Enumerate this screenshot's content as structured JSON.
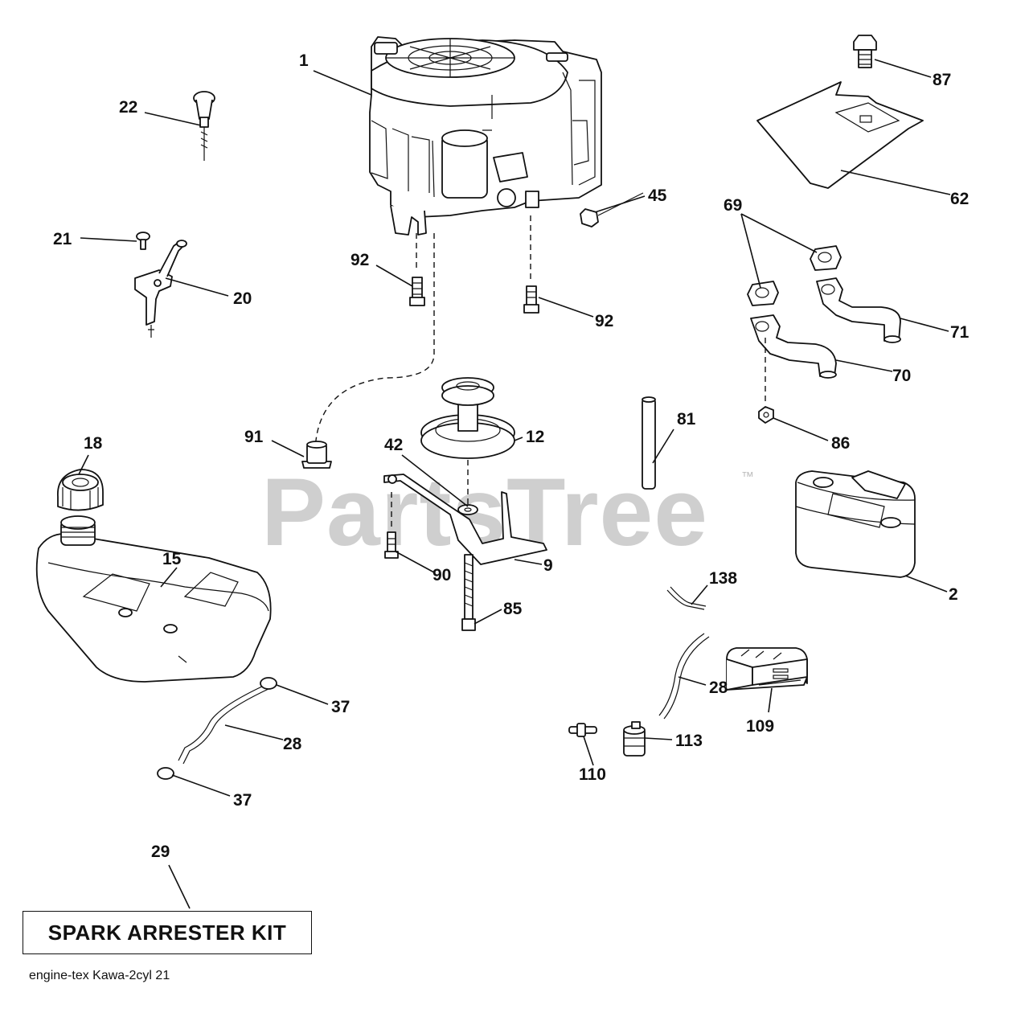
{
  "watermark": {
    "brand": "PartsTree",
    "trademark": "™"
  },
  "callouts": [
    {
      "id": "1",
      "label": "1"
    },
    {
      "id": "2",
      "label": "2"
    },
    {
      "id": "9",
      "label": "9"
    },
    {
      "id": "12",
      "label": "12"
    },
    {
      "id": "15",
      "label": "15"
    },
    {
      "id": "18",
      "label": "18"
    },
    {
      "id": "20",
      "label": "20"
    },
    {
      "id": "21",
      "label": "21"
    },
    {
      "id": "22",
      "label": "22"
    },
    {
      "id": "28a",
      "label": "28"
    },
    {
      "id": "28b",
      "label": "28"
    },
    {
      "id": "29",
      "label": "29"
    },
    {
      "id": "37a",
      "label": "37"
    },
    {
      "id": "37b",
      "label": "37"
    },
    {
      "id": "42",
      "label": "42"
    },
    {
      "id": "45",
      "label": "45"
    },
    {
      "id": "62",
      "label": "62"
    },
    {
      "id": "69",
      "label": "69"
    },
    {
      "id": "70",
      "label": "70"
    },
    {
      "id": "71",
      "label": "71"
    },
    {
      "id": "81",
      "label": "81"
    },
    {
      "id": "85",
      "label": "85"
    },
    {
      "id": "86",
      "label": "86"
    },
    {
      "id": "87",
      "label": "87"
    },
    {
      "id": "90",
      "label": "90"
    },
    {
      "id": "91",
      "label": "91"
    },
    {
      "id": "92a",
      "label": "92"
    },
    {
      "id": "92b",
      "label": "92"
    },
    {
      "id": "109",
      "label": "109"
    },
    {
      "id": "110",
      "label": "110"
    },
    {
      "id": "113",
      "label": "113"
    },
    {
      "id": "138",
      "label": "138"
    }
  ],
  "kit": {
    "label": "SPARK ARRESTER KIT"
  },
  "footer": {
    "reference": "engine-tex  Kawa-2cyl  21"
  }
}
